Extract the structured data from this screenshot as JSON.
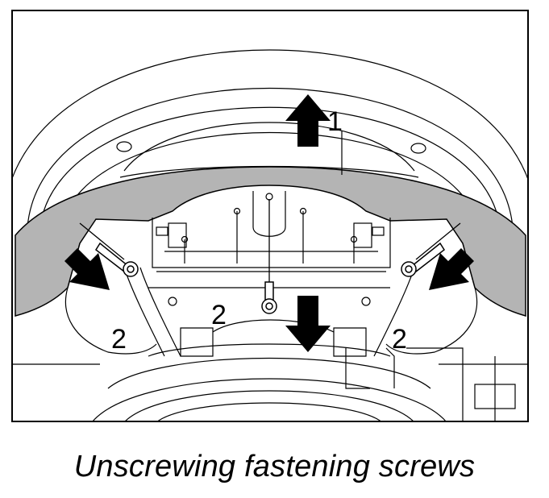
{
  "figure": {
    "callouts": {
      "part_1": "1",
      "screw_left": "2",
      "screw_center": "2",
      "screw_right": "2"
    },
    "colors": {
      "trim_fill": "#b4b4b4",
      "line": "#000000",
      "background": "#ffffff"
    },
    "icons": [
      "arrow-up-icon",
      "arrow-down-icon",
      "arrow-diagonal-icon",
      "screw-icon"
    ]
  },
  "caption": "Unscrewing fastening screws"
}
